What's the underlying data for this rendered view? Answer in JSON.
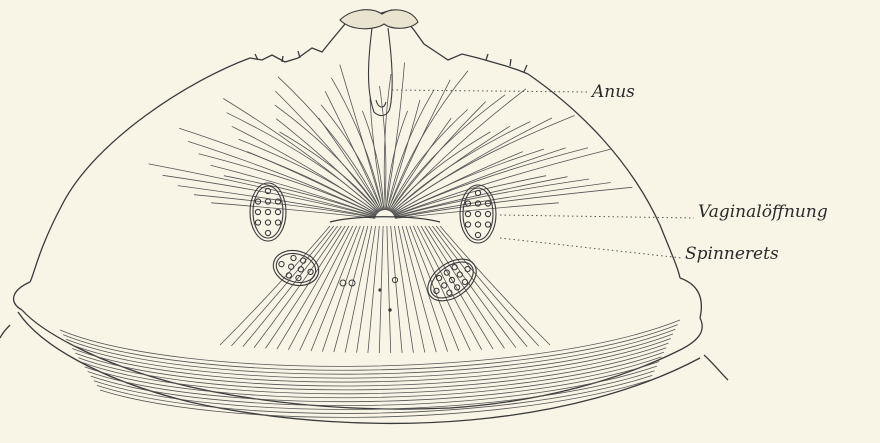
{
  "labels": {
    "anus": "Anus",
    "vaginal_opening": "Vaginalöffnung",
    "spinnerets": "Spinnerets"
  },
  "colors": {
    "paper": "#f8f5e6",
    "ink": "#2a2a2a"
  }
}
